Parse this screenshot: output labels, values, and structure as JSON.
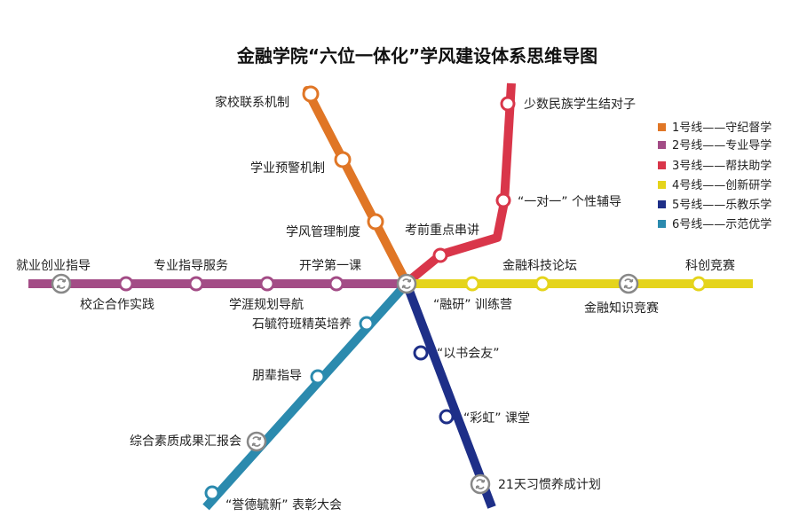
{
  "title": "金融学院“六位一体化”学风建设体系思维导图",
  "hub_icon": "transfer-icon",
  "lines": [
    {
      "id": "line1",
      "name": "1号线——守纪督学",
      "color": "#E07626"
    },
    {
      "id": "line2",
      "name": "2号线——专业导学",
      "color": "#A34C86"
    },
    {
      "id": "line3",
      "name": "3号线——帮扶助学",
      "color": "#D9364A"
    },
    {
      "id": "line4",
      "name": "4号线——创新研学",
      "color": "#E5D41B"
    },
    {
      "id": "line5",
      "name": "5号线——乐教乐学",
      "color": "#1E2F88"
    },
    {
      "id": "line6",
      "name": "6号线——示范优学",
      "color": "#2B8AAE"
    }
  ],
  "stations": {
    "l1_a": "家校联系机制",
    "l1_b": "学业预警机制",
    "l1_c": "学风管理制度",
    "l2_a": "就业创业指导",
    "l2_b": "校企合作实践",
    "l2_c": "专业指导服务",
    "l2_d": "学涯规划导航",
    "l2_e": "开学第一课",
    "l3_a": "少数民族学生结对子",
    "l3_b": "“一对一” 个性辅导",
    "l3_c": "考前重点串讲",
    "l4_a": "“融研” 训练营",
    "l4_b": "金融科技论坛",
    "l4_c": "金融知识竞赛",
    "l4_d": "科创竞赛",
    "l5_a": "“以书会友”",
    "l5_b": "“彩虹” 课堂",
    "l5_c": "21天习惯养成计划",
    "l6_a": "石毓符班精英培养",
    "l6_b": "朋辈指导",
    "l6_c": "综合素质成果汇报会",
    "l6_d": "“誉德毓新” 表彰大会"
  }
}
